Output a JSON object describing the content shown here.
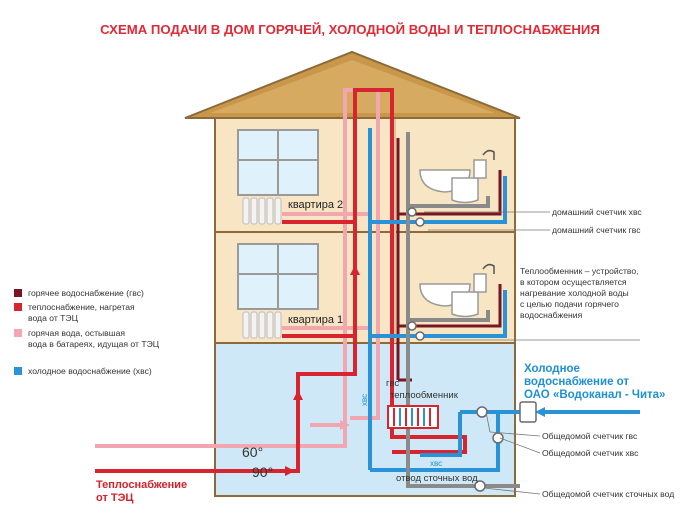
{
  "title": "СХЕМА ПОДАЧИ В ДОМ ГОРЯЧЕЙ, ХОЛОДНОЙ ВОДЫ И ТЕПЛОСНАБЖЕНИЯ",
  "legend": [
    {
      "color": "#7a1524",
      "lines": [
        "горячее водоснабжение (гвс)"
      ]
    },
    {
      "color": "#d8242e",
      "lines": [
        "теплоснабжение, нагретая",
        "вода от ТЭЦ"
      ]
    },
    {
      "color": "#f2a7b0",
      "lines": [
        "горячая вода, остывшая",
        "вода в батареях, идущая от ТЭЦ"
      ]
    },
    {
      "color": "#2a93d8",
      "lines": [
        "холодное водоснабжение (хвс)"
      ]
    }
  ],
  "apartments": {
    "upper": "квартира 2",
    "lower": "квартира 1"
  },
  "callouts": {
    "home_meter_cold": "домашний счетчик хвс",
    "home_meter_hot": "домашний счетчик гвс",
    "exchanger_note": [
      "Теплообменник – устройство,",
      "в котором осуществляется",
      "нагревание холодной воды",
      "с целью подачи горячего",
      "водоснабжения"
    ],
    "building_meter_hot": "Общедомой счетчик гвс",
    "building_meter_cold": "Общедомой счетчик хвс",
    "building_meter_sewer": "Общедомой счетчик сточных вод"
  },
  "cold_supply": [
    "Холодное",
    "водоснабжение от",
    "ОАО «Водоканал - Чита»"
  ],
  "heat_supply": [
    "Теплоснабжение",
    "от ТЭЦ"
  ],
  "temps": {
    "return": "60°",
    "supply": "90°"
  },
  "basement_labels": {
    "gvs": "гвс",
    "exchanger": "теплообменник",
    "hvs_vertical": "хвс",
    "hvs_horizontal": "хвс",
    "sewer": "отвод сточных вод"
  },
  "colors": {
    "hot_water": "#7a1524",
    "heat_supply": "#d8242e",
    "heat_return": "#f2a7b0",
    "cold_water": "#2a93d8",
    "sewer": "#8a8a8a",
    "wall": "#f7e5c3",
    "basement": "#cfe8f7",
    "roof": "#c9974a"
  }
}
